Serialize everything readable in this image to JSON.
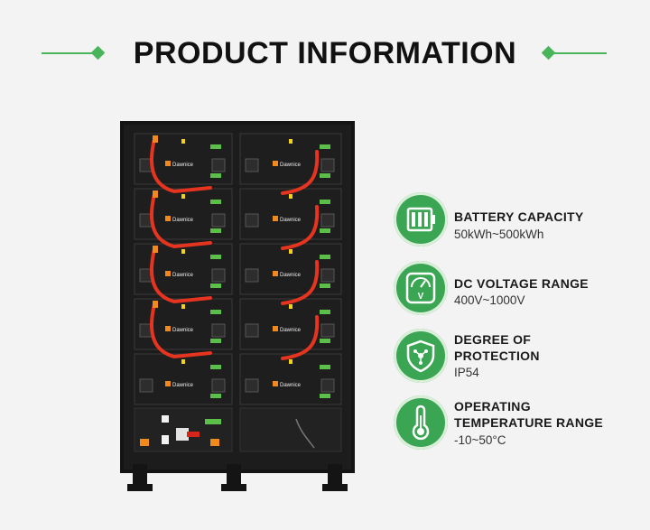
{
  "header": {
    "title": "PRODUCT INFORMATION"
  },
  "product": {
    "brand_label": "Dawnice"
  },
  "features": [
    {
      "icon": "battery-icon",
      "label": "BATTERY CAPACITY",
      "value": "50kWh~500kWh"
    },
    {
      "icon": "voltage-meter-icon",
      "label": "DC VOLTAGE RANGE",
      "value": "400V~1000V"
    },
    {
      "icon": "shield-icon",
      "label_line1": "DEGREE OF",
      "label_line2": "PROTECTION",
      "value": "IP54"
    },
    {
      "icon": "thermometer-icon",
      "label_line1": "OPERATING",
      "label_line2": "TEMPERATURE RANGE",
      "value": "-10~50°C"
    }
  ],
  "colors": {
    "accent": "#3aa552",
    "cable": "#e5341f",
    "rack": "#141414"
  }
}
